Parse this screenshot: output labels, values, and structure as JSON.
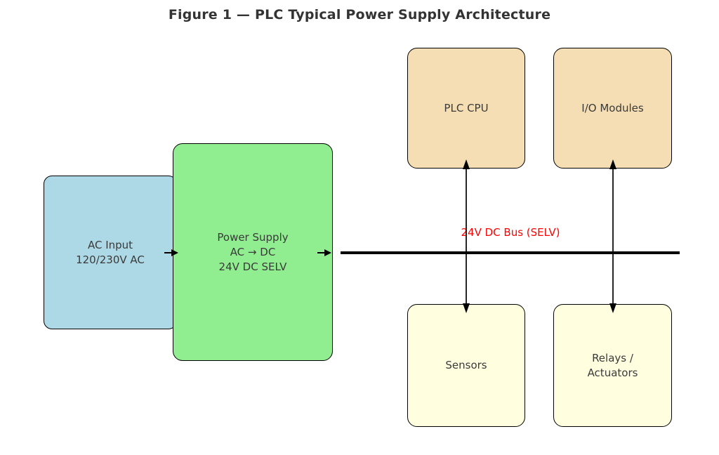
{
  "title": "Figure 1 — PLC Typical Power Supply Architecture",
  "colors": {
    "background": "#FFFFFF",
    "ac_input_fill": "#ADD8E6",
    "power_supply_fill": "#90EE90",
    "plc_cpu_fill": "#F5DEB3",
    "io_modules_fill": "#F5DEB3",
    "sensors_fill": "#FFFFE0",
    "relays_actuators_fill": "#FFFFE0",
    "box_border": "#000000",
    "label_text": "#3A3A3A",
    "title_text": "#333333",
    "bus_line": "#000000",
    "bus_label_text": "#FF0000"
  },
  "nodes": {
    "ac_input": {
      "lines": [
        "AC Input",
        "120/230V AC"
      ]
    },
    "power_supply": {
      "lines": [
        "Power Supply",
        "AC → DC",
        "24V DC SELV"
      ]
    },
    "plc_cpu": {
      "lines": [
        "PLC CPU"
      ]
    },
    "io_modules": {
      "lines": [
        "I/O Modules"
      ]
    },
    "sensors": {
      "lines": [
        "Sensors"
      ]
    },
    "relays_actuators": {
      "lines": [
        "Relays /",
        "Actuators"
      ]
    }
  },
  "bus": {
    "label": "24V DC Bus (SELV)"
  }
}
